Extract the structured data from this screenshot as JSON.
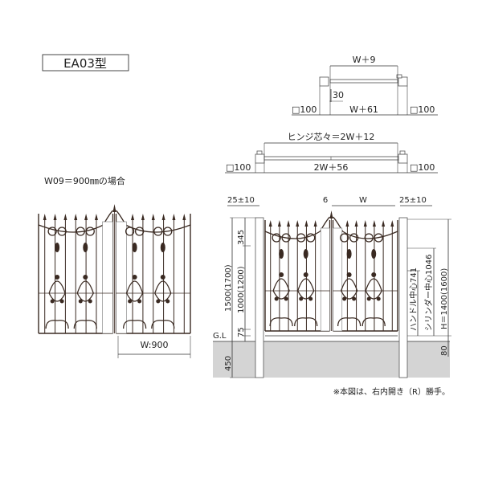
{
  "title": "EA03型",
  "example_label": "W09＝900㎜の場合",
  "example_width": "W:900",
  "plan_single": {
    "top_dim": "W＋9",
    "depth_dim": "30",
    "post_left": "□100",
    "bottom_dim": "W＋61",
    "post_right": "□100"
  },
  "plan_double": {
    "top_dim": "ヒンジ芯々＝2W＋12",
    "post_left": "□100",
    "bottom_dim": "2W＋56",
    "post_right": "□100"
  },
  "elevation": {
    "gap_left": "25±10",
    "center_gap": "6",
    "leaf_width": "W",
    "gap_right": "25±10",
    "post_height": "1500(1700)",
    "lower_height": "1000(1200)",
    "top_dim": "345",
    "bottom_clearance": "75",
    "ground_label": "G.L",
    "embed_depth": "450",
    "handle_center": "ハンドル中心741",
    "cylinder_center": "シリンダー中心1046",
    "gate_height": "H＝1400(1600)",
    "foundation": "80"
  },
  "note": "※本図は、右内開き（R）勝手。",
  "colors": {
    "iron": "#3a2a22",
    "ground": "#d4d4d4"
  }
}
